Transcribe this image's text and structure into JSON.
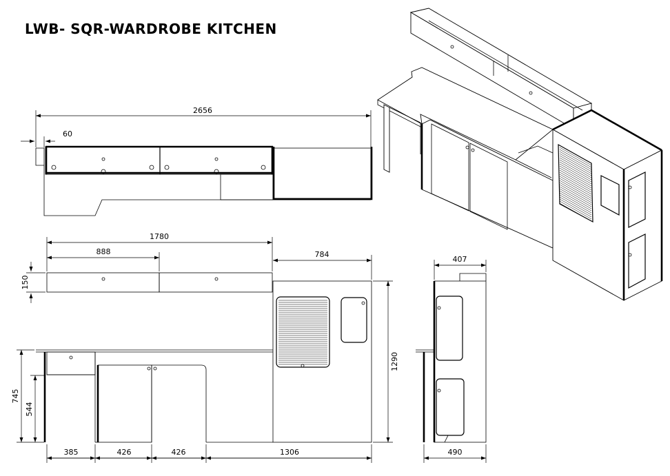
{
  "title": "LWB- SQR-WARDROBE KITCHEN",
  "top_view": {
    "overall_width": "2656",
    "offset": "60"
  },
  "front_view": {
    "upper_span": "1780",
    "upper_door": "888",
    "wardrobe_width": "784",
    "upper_height": "150",
    "total_height": "745",
    "base_height": "544",
    "wardrobe_height": "1290",
    "seg_1": "385",
    "seg_2": "426",
    "seg_3": "426",
    "seg_4": "1306"
  },
  "side_view": {
    "top_depth": "407",
    "base_depth": "490"
  }
}
